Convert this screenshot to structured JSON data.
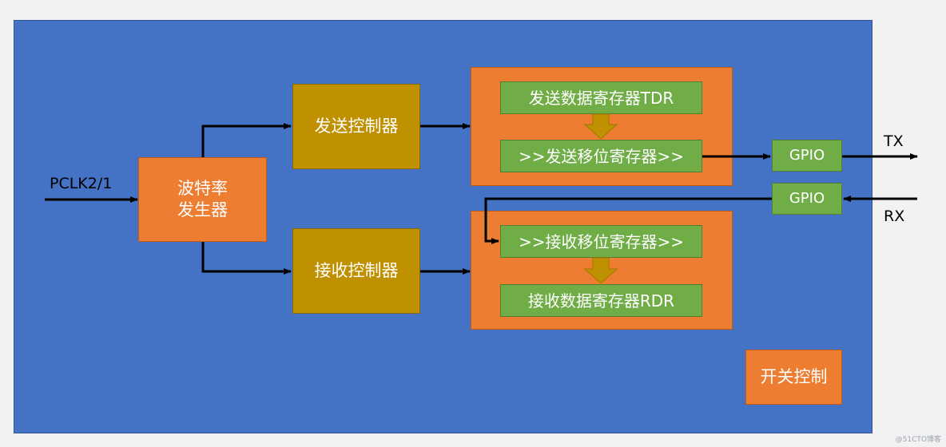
{
  "blocks": {
    "baud_generator": {
      "line1": "波特率",
      "line2": "发生器"
    },
    "tx_controller": "发送控制器",
    "rx_controller": "接收控制器",
    "tdr": "发送数据寄存器TDR",
    "tx_shift": ">>发送移位寄存器>>",
    "rx_shift": ">>接收移位寄存器>>",
    "rdr": "接收数据寄存器RDR",
    "gpio_tx": "GPIO",
    "gpio_rx": "GPIO",
    "switch_control": "开关控制"
  },
  "signals": {
    "clock": "PCLK2/1",
    "tx": "TX",
    "rx": "RX"
  },
  "watermark": "@51CTO博客",
  "colors": {
    "panel": "#4472c4",
    "orange": "#ed7d31",
    "gold": "#bf9000",
    "green": "#70ad47",
    "arrow": "#000000"
  }
}
